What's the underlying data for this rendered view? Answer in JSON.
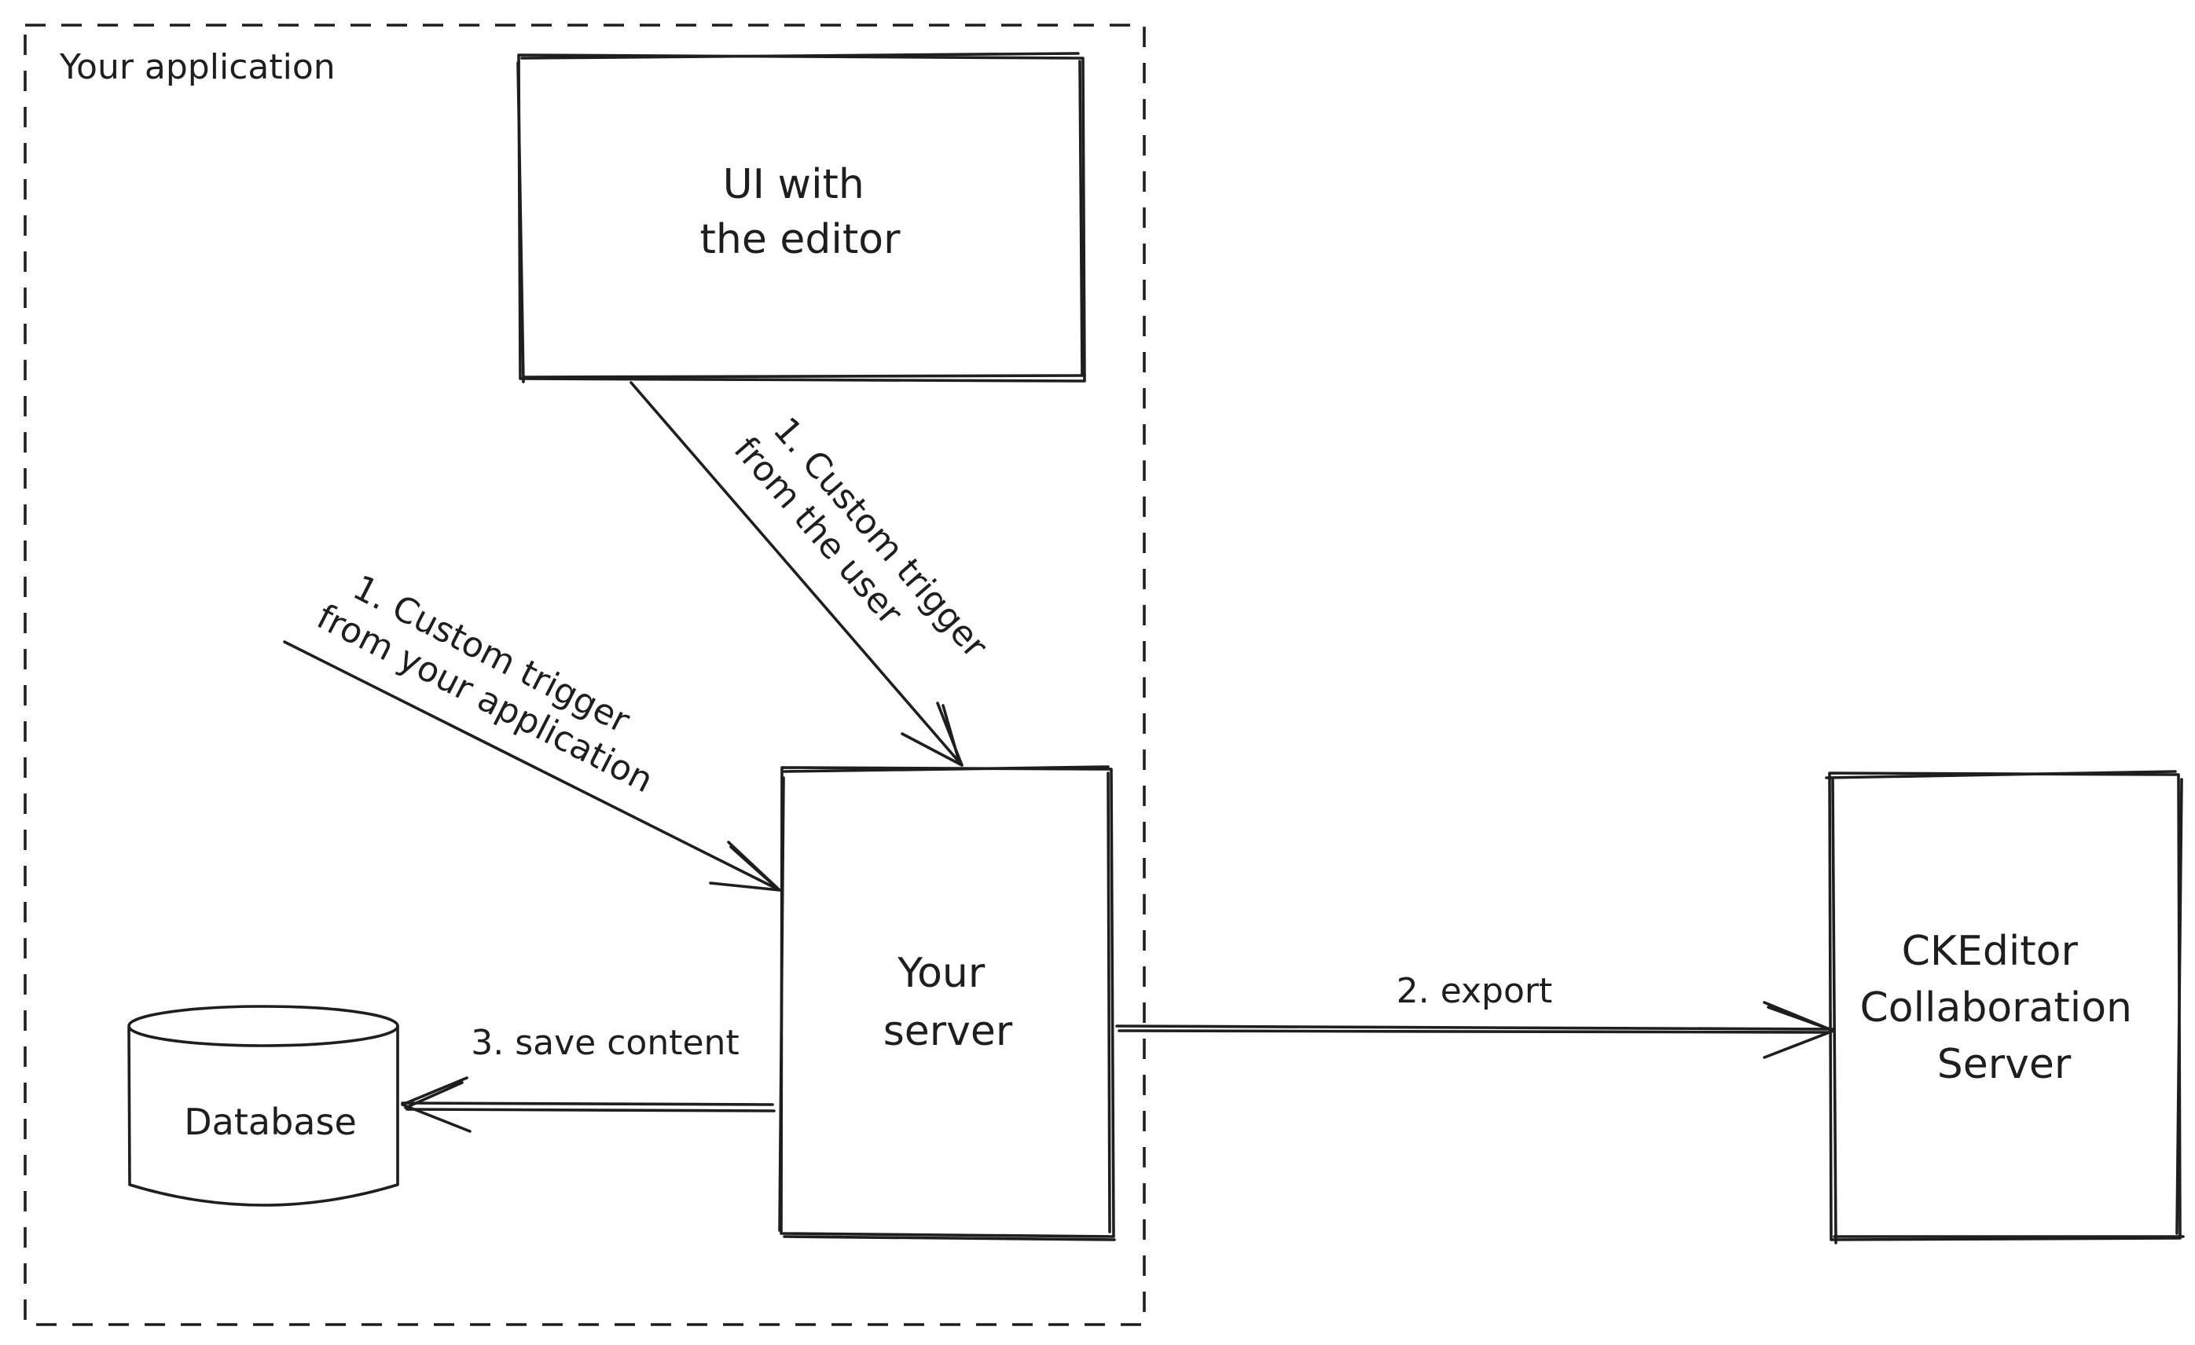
{
  "diagram": {
    "group": {
      "label": "Your application"
    },
    "nodes": {
      "ui_editor": {
        "lines": [
          "UI with",
          "the editor"
        ]
      },
      "your_server": {
        "lines": [
          "Your",
          "server"
        ]
      },
      "database": {
        "label": "Database"
      },
      "ckeditor_server": {
        "lines": [
          "CKEditor",
          "Collaboration",
          "Server"
        ]
      }
    },
    "edges": {
      "trigger_user": {
        "lines": [
          "1. Custom trigger",
          "from the user"
        ],
        "from": "UI with the editor",
        "to": "Your server"
      },
      "trigger_app": {
        "lines": [
          "1. Custom trigger",
          "from your application"
        ],
        "to": "Your server"
      },
      "export": {
        "label": "2. export",
        "from": "Your server",
        "to": "CKEditor Collaboration Server"
      },
      "save_content": {
        "label": "3. save content",
        "from": "Your server",
        "to": "Database"
      }
    }
  }
}
